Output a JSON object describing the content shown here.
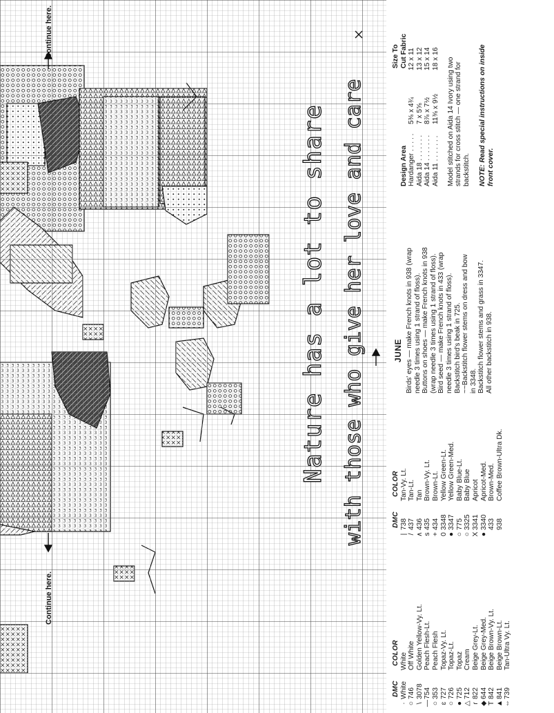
{
  "chart": {
    "continue_top": "Continue here.",
    "continue_bottom": "Continue here.",
    "verse_line1": "Nature has a lot to share",
    "verse_line2": "with those who give her love and care"
  },
  "legend": {
    "header_dmc": "DMC",
    "header_color": "COLOR",
    "left_rows": [
      {
        "sym": "·",
        "dmc": "White",
        "color": "White"
      },
      {
        "sym": "○",
        "dmc": "746",
        "color": "Off White"
      },
      {
        "sym": "\\",
        "dmc": "3078",
        "color": "Golden Yellow-Vy. Lt."
      },
      {
        "sym": "—",
        "dmc": "754",
        "color": "Peach Flesh-Lt."
      },
      {
        "sym": "○",
        "dmc": "353",
        "color": "Peach Flesh"
      },
      {
        "sym": "ɛ",
        "dmc": "727",
        "color": "Topaz-Vy. Lt."
      },
      {
        "sym": "○",
        "dmc": "726",
        "color": "Topaz-Lt."
      },
      {
        "sym": "●",
        "dmc": "725",
        "color": "Topaz"
      },
      {
        "sym": "△",
        "dmc": "712",
        "color": "Cream"
      },
      {
        "sym": "ɾ",
        "dmc": "822",
        "color": "Beige Grey-Lt."
      },
      {
        "sym": "◆",
        "dmc": "644",
        "color": "Beige Grey-Med."
      },
      {
        "sym": "T",
        "dmc": "842",
        "color": "Beige Brown-Vy. Lt."
      },
      {
        "sym": "▲",
        "dmc": "841",
        "color": "Beige Brown-Lt."
      },
      {
        "sym": "⇔",
        "dmc": "739",
        "color": "Tan-Ultra Vy. Lt."
      }
    ],
    "right_rows": [
      {
        "sym": "|",
        "dmc": "738",
        "color": "Tan-Vy. Lt."
      },
      {
        "sym": "/",
        "dmc": "437",
        "color": "Tan-Lt."
      },
      {
        "sym": "∧",
        "dmc": "436",
        "color": "Tan"
      },
      {
        "sym": "s",
        "dmc": "435",
        "color": "Brown-Vy. Lt."
      },
      {
        "sym": "+",
        "dmc": "434",
        "color": "Brown-Lt."
      },
      {
        "sym": "0",
        "dmc": "3348",
        "color": "Yellow Green-Lt."
      },
      {
        "sym": "●",
        "dmc": "3347",
        "color": "Yellow Green-Med."
      },
      {
        "sym": "○",
        "dmc": "775",
        "color": "Baby Blue-Lt."
      },
      {
        "sym": "○",
        "dmc": "3325",
        "color": "Baby Blue"
      },
      {
        "sym": "X",
        "dmc": "3341",
        "color": "Apricot"
      },
      {
        "sym": "●",
        "dmc": "3340",
        "color": "Apricot-Med."
      },
      {
        "sym": "",
        "dmc": "433",
        "color": "Brown-Med."
      },
      {
        "sym": "",
        "dmc": "938",
        "color": "Coffee Brown-Ultra Dk."
      }
    ],
    "title": "JUNE",
    "instructions": [
      "Birds' eyes — make French knots in 938 (wrap",
      "needle 3 times using 1 strand of floss).",
      "Buttons on shoes — make French knots in 938",
      "(wrap needle 3 times using 1 strand of floss).",
      "Bird seed — make French knots in 433 (wrap",
      "needle 3 times using 1 strand of floss).",
      "Backstitch bird's beak in 725.",
      "~~Backstitch flower stems on dress and bow",
      "in 3348.",
      "Backstitch flower stems and grass in 3347.",
      "All other backstitch in 938."
    ],
    "table_header_area": "Design Area",
    "table_header_size_1": "Size To",
    "table_header_size_2": "Cut Fabric",
    "table_rows": [
      {
        "fabric": "Hardanger . . . . .",
        "area": "5⅜ x 4¾",
        "cut": "12 x 11"
      },
      {
        "fabric": "Aida 18 . . . . . . .",
        "area": "7 x 5⅝",
        "cut": "13 x 12"
      },
      {
        "fabric": "Aida 14 . . . . . . .",
        "area": "8⅞ x 7½",
        "cut": "15 x 14"
      },
      {
        "fabric": "Aida 11 . . . . . . .",
        "area": "11⅜ x 9½",
        "cut": "18 x 16"
      }
    ],
    "model_note": [
      "Model stitched on Aida 14 Ivory using two",
      "strands for cross stitch — one strand for",
      "backstitch."
    ],
    "special_note": [
      "NOTE: Read special instructions on inside",
      "front cover."
    ]
  }
}
